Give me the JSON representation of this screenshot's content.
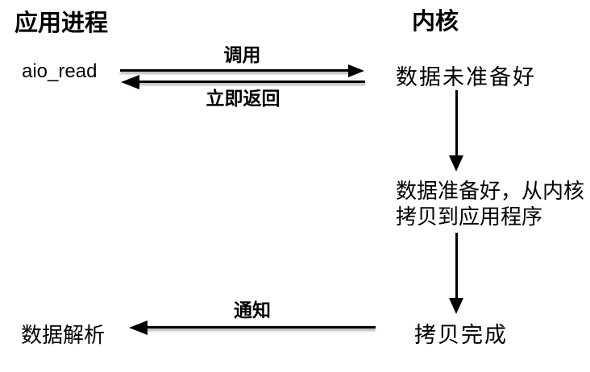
{
  "diagram": {
    "columns": {
      "left_title": "应用进程",
      "right_title": "内核"
    },
    "nodes": {
      "aio_read": "aio_read",
      "data_not_ready": "数据未准备好",
      "data_ready_line1": "数据准备好，从内核",
      "data_ready_line2": "拷贝到应用程序",
      "copy_done": "拷贝完成",
      "data_parse": "数据解析"
    },
    "arrows": {
      "call_label": "调用",
      "return_label": "立即返回",
      "notify_label": "通知"
    },
    "colors": {
      "background": "#ffffff",
      "foreground": "#000000"
    }
  }
}
